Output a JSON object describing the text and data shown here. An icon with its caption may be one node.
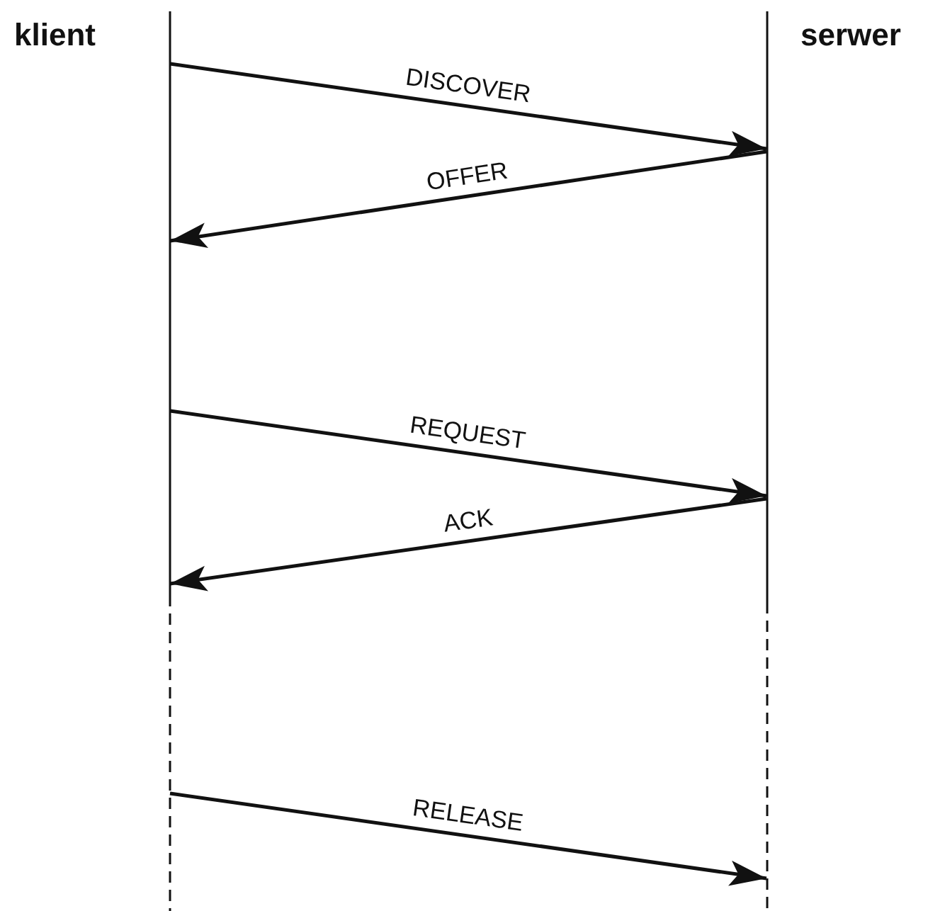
{
  "diagram": {
    "nodes": [
      {
        "text": [
          "klient"
        ]
      },
      {
        "text": [
          "serwer"
        ]
      }
    ],
    "edges": [
      {
        "from": 0,
        "to": 1,
        "arrow": "to",
        "label": "DISCOVER"
      },
      {
        "from": 1,
        "to": 0,
        "arrow": "to",
        "label": "OFFER"
      },
      {
        "from": 0,
        "to": 1,
        "arrow": "to",
        "label": "REQUEST"
      },
      {
        "from": 1,
        "to": 0,
        "arrow": "to",
        "label": "ACK"
      },
      {
        "from": 0,
        "to": 1,
        "arrow": "to",
        "label": "RELEASE"
      }
    ]
  }
}
